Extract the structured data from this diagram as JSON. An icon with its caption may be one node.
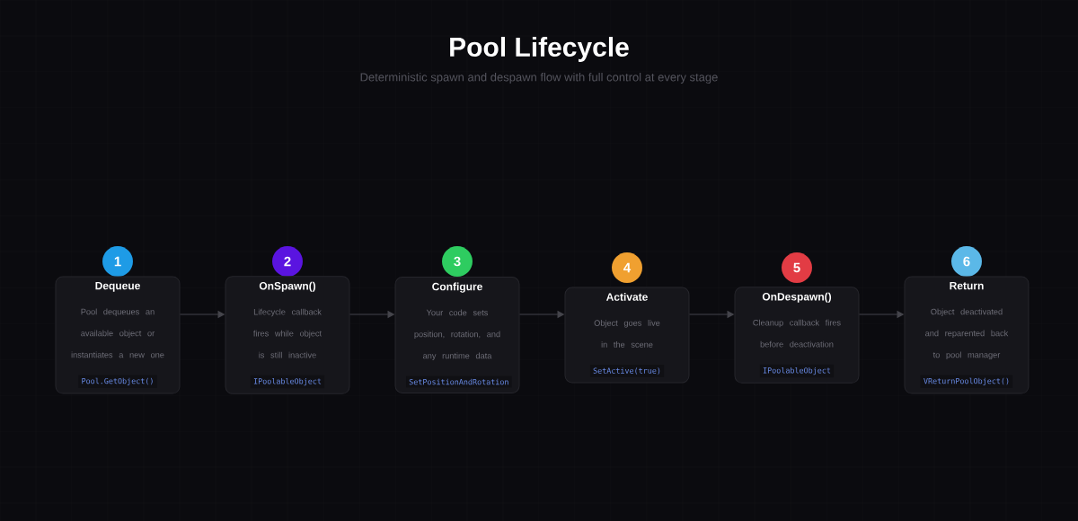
{
  "diagram": {
    "title": "Pool Lifecycle",
    "caption": "Deterministic spawn and despawn flow with full control at every stage",
    "nodes": [
      {
        "text": [
          "1"
        ]
      },
      {
        "text": [
          "Dequeue",
          "Pool dequeues an available object or instantiates a new one",
          "Pool.GetObject()"
        ]
      },
      {
        "text": [
          "2"
        ]
      },
      {
        "text": [
          "OnSpawn()",
          "Lifecycle callback fires while object is **still inactive**",
          "IPoolableObject"
        ]
      },
      {
        "text": [
          "3"
        ]
      },
      {
        "text": [
          "Configure",
          "Your code sets position, rotation, and any runtime data",
          "SetPositionAndRotation"
        ]
      },
      {
        "text": [
          "4"
        ]
      },
      {
        "text": [
          "Activate",
          "Object goes live in the scene",
          "SetActive(true)"
        ]
      },
      {
        "text": [
          "5"
        ]
      },
      {
        "text": [
          "OnDespawn()",
          "Cleanup callback fires before deactivation",
          "IPoolableObject"
        ]
      },
      {
        "text": [
          "6"
        ]
      },
      {
        "text": [
          "Return",
          "Object deactivated and reparented back to pool manager",
          "VReturnPoolObject()"
        ]
      }
    ],
    "edges": [
      {
        "from": 1,
        "to": 3,
        "arrow": "to"
      },
      {
        "from": 3,
        "to": 5,
        "arrow": "to"
      },
      {
        "from": 5,
        "to": 7,
        "arrow": "to"
      },
      {
        "from": 7,
        "to": 9,
        "arrow": "to"
      },
      {
        "from": 9,
        "to": 11,
        "arrow": "to"
      }
    ]
  }
}
